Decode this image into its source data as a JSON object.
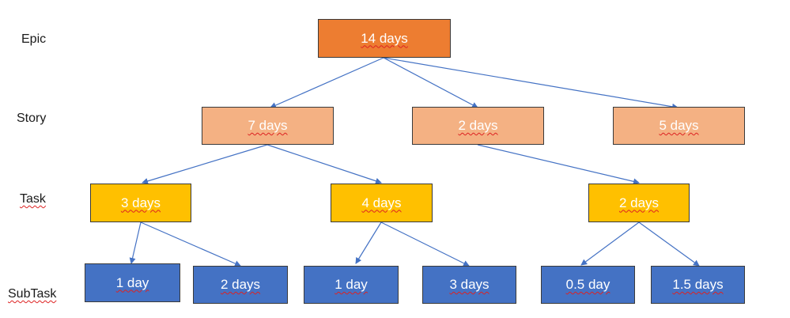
{
  "levels": {
    "epic": "Epic",
    "story": "Story",
    "task": "Task",
    "subtask": "SubTask"
  },
  "nodes": {
    "epic": "14 days",
    "story_1": "7 days",
    "story_2": "2 days",
    "story_3": "5 days",
    "task_1": "3 days",
    "task_2": "4 days",
    "task_3": "2 days",
    "subtask_1": "1 day",
    "subtask_2": "2 days",
    "subtask_3": "1 day",
    "subtask_4": "3 days",
    "subtask_5": "0.5 day",
    "subtask_6": "1.5 days"
  },
  "colors": {
    "epic": "#ed7d31",
    "story": "#f4b183",
    "task": "#ffc000",
    "subtask": "#4472c4",
    "connector": "#4472c4"
  }
}
